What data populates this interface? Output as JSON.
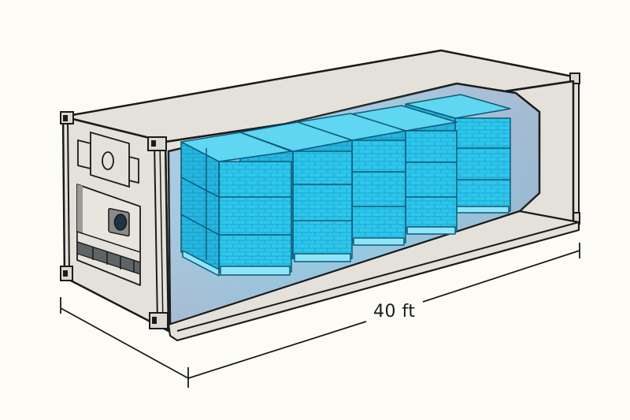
{
  "diagram": {
    "subject": "Refrigerated shipping container cutaway",
    "dimension_label": "40 ft",
    "dimension_axis": "length",
    "cargo": {
      "type": "palletized boxes",
      "stack_columns_visible": 5,
      "tiers_per_stack": 3
    },
    "components": [
      {
        "name": "refrigeration-unit",
        "location": "front end"
      },
      {
        "name": "corner-castings",
        "count_visible": 6
      },
      {
        "name": "cutaway-side-wall",
        "location": "side"
      },
      {
        "name": "floor-rail",
        "location": "bottom"
      }
    ]
  },
  "colors": {
    "background": "#fdfbf5",
    "container_body": "#e4e1da",
    "container_outline": "#1b1b1b",
    "interior": "#a9bfd3",
    "cargo_face": "#2fc6ec",
    "cargo_top": "#5fd6f2",
    "cargo_outline": "#0e5a77",
    "fan_dark": "#1f3440"
  }
}
